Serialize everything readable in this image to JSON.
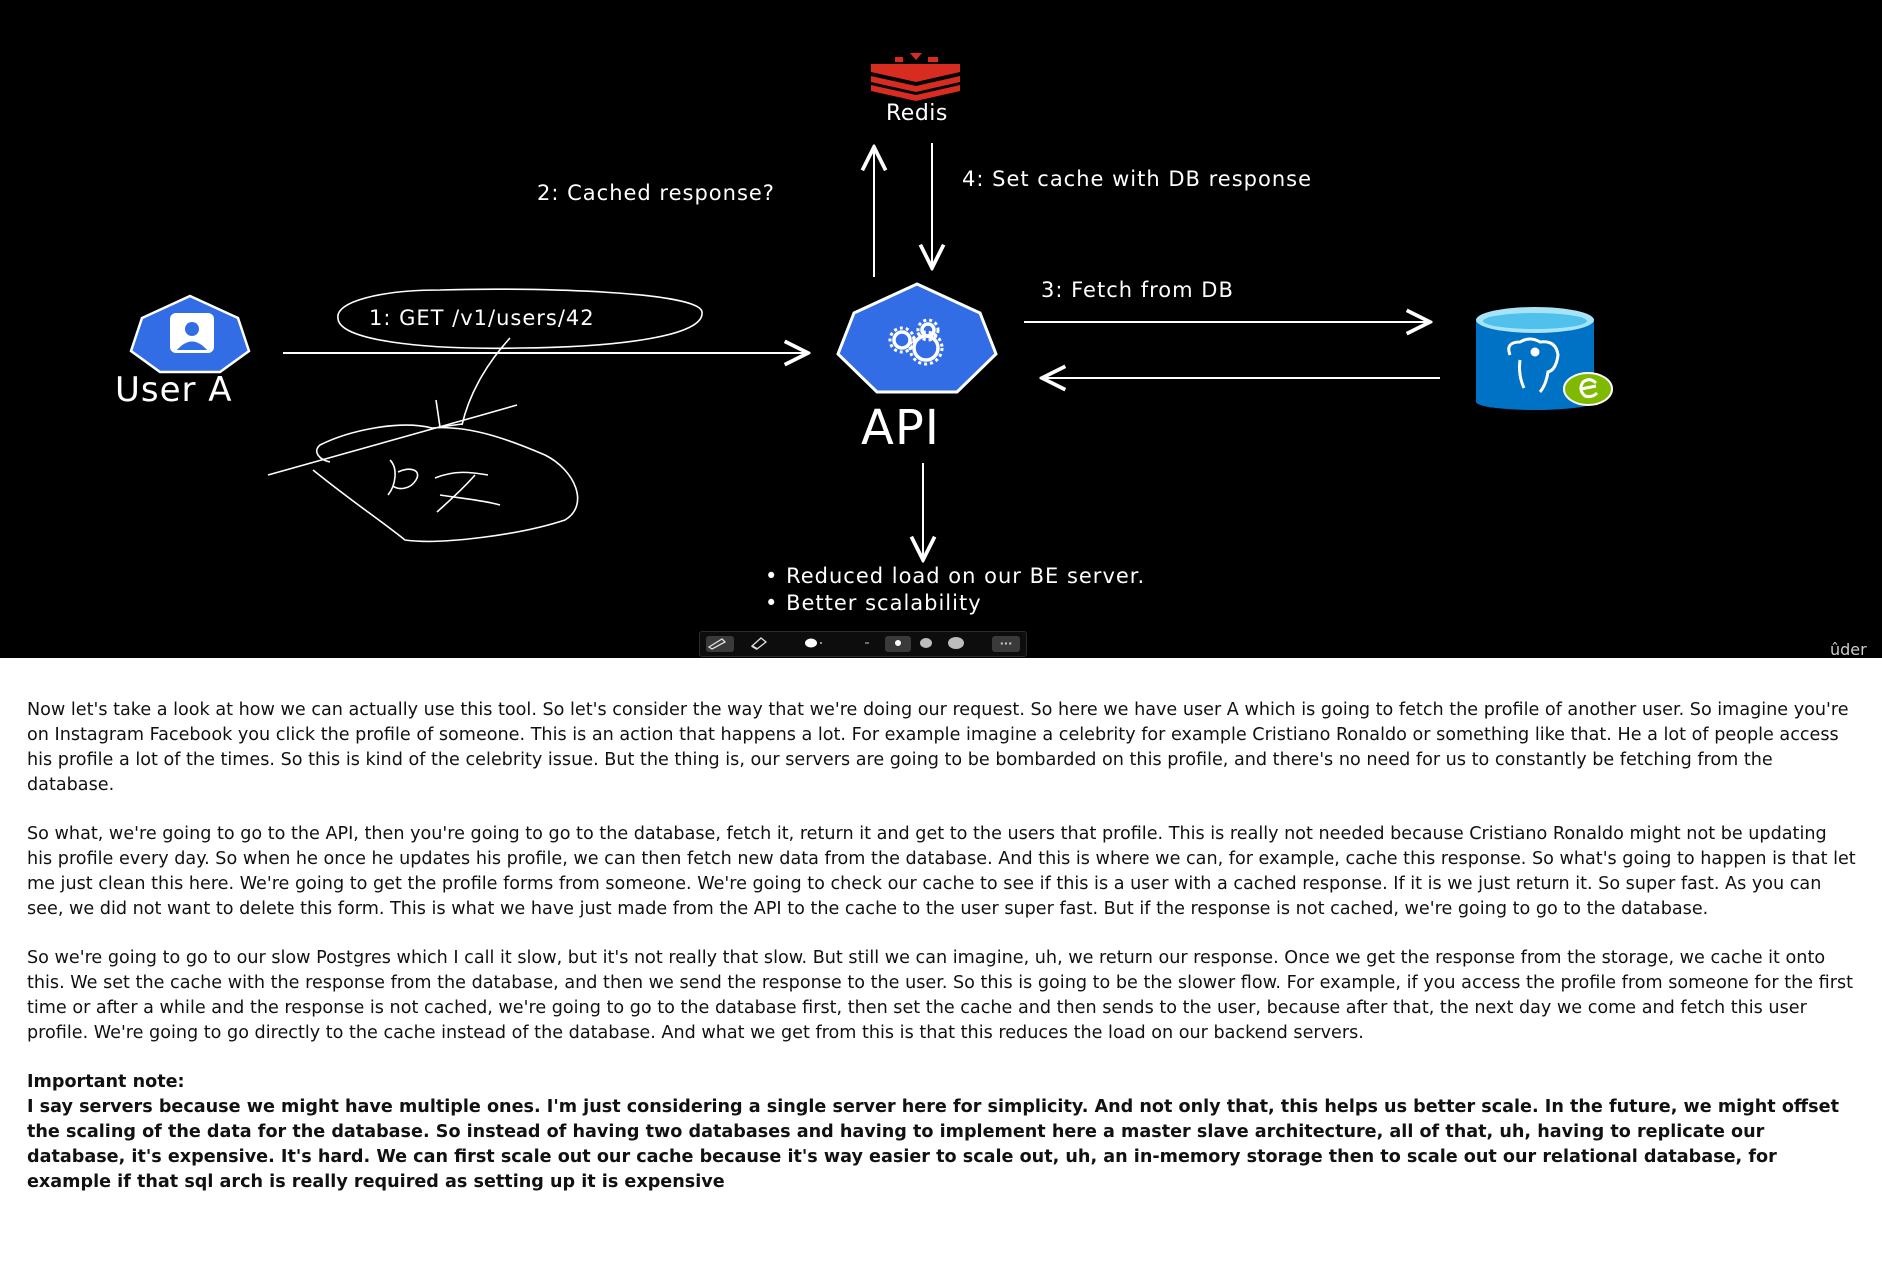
{
  "diagram": {
    "nodes": {
      "user": {
        "label": "User A",
        "icon": "user-icon"
      },
      "api": {
        "label": "API",
        "icon": "gears-icon"
      },
      "redis": {
        "label": "Redis",
        "icon": "redis-logo"
      },
      "db": {
        "icon": "postgres-database-icon"
      }
    },
    "edges": {
      "request": "1: GET /v1/users/42",
      "cached": "2: Cached response?",
      "fetch": "3: Fetch from DB",
      "setcache": "4: Set cache with DB response"
    },
    "benefits": [
      "Reduced load on our BE server.",
      "Better scalability"
    ],
    "colors": {
      "background": "#000000",
      "kube_blue": "#326de6",
      "redis_red": "#d82c20",
      "db_blue": "#0072c6",
      "db_green": "#7fba00"
    }
  },
  "toolbar": {
    "tools": [
      "pen-tool",
      "eraser-tool",
      "ink-color",
      "stroke-thin",
      "stroke-medium",
      "stroke-large",
      "stroke-xlarge",
      "more"
    ],
    "more_label": "···"
  },
  "watermark": "ûder",
  "notes": {
    "paragraphs": [
      "Now let's take a look at how we can actually use this tool.  So let's consider the way that we're doing our request.  So here we have user A which is going to fetch the profile of another user.  So imagine you're on Instagram Facebook you click the profile of someone.  This is an action that happens a lot.  For example imagine a celebrity for example Cristiano Ronaldo or something like that.  He a lot of people access his profile a lot of the times.  So this is kind of the celebrity issue.  But the thing is, our servers are going to be bombarded on this profile, and there's no need for us  to constantly be fetching from the database.",
      "So what, we're going to go to the API, then you're going to go to the database, fetch it, return  it and get to the users that profile.  This is really not needed because Cristiano Ronaldo might not be updating his profile every day.  So when he once he updates his profile, we can then fetch new data from the database.  And this is where we can, for example, cache this response.  So what's going to happen is that let me just clean this here.  We're going to get the profile forms from someone.  We're going to check our cache to see if this is a user with a cached response.  If it is we just return it.  So super fast.  As you can see, we did not want to delete this form.  This is what we have just made from the API to the cache to the user super fast.  But if the response is not cached, we're going to go to the database.",
      "So we're going to go to our slow Postgres which I call it slow, but it's not really that slow.  But still we can imagine, uh, we return our response.  Once we get the response from the storage, we cache it onto this.  We set the cache with the response from the database, and then we send the response to the user.  So this is going to be the slower flow.  For example, if you access the profile from someone for the first time or after a while and the response  is not cached, we're going to go to the database first, then set the cache and then sends to the user,  because after that, the next day we come and fetch this user profile.  We're going to go directly to the cache instead of the database.  And what we get from this is that this reduces the load on our backend servers."
    ],
    "important_heading": "Important note:",
    "important_body": "I say servers because we might have multiple ones.  I'm just considering a single server here for simplicity.  And not only that, this helps us better scale.  In the future, we might offset the scaling of the data for the database.  So instead of having two databases and having to implement here a master slave architecture, all of  that, uh, having to replicate our database, it's expensive.  It's hard.  We can first scale out our cache because it's way easier to scale out, uh, an in-memory storage  then to scale out our relational database, for example if that sql arch is really required as setting up it is expensive"
  }
}
